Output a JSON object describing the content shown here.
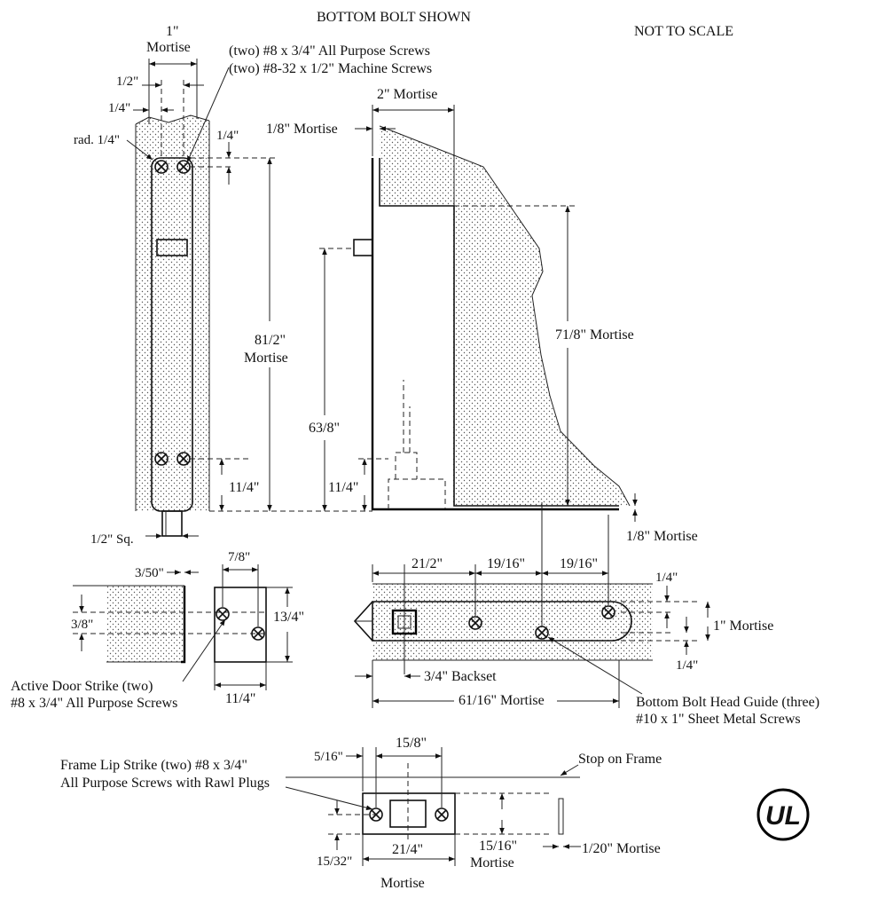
{
  "header": {
    "title": "BOTTOM BOLT SHOWN",
    "scale_note": "NOT TO SCALE"
  },
  "side_view": {
    "mortise_width": "1\"",
    "mortise_word": "Mortise",
    "screws_line1": "(two) #8 x 3/4\" All Purpose Screws",
    "screws_line2": "(two) #8-32 x 1/2\" Machine Screws",
    "dim_half": "1/2\"",
    "dim_quarter_left": "1/4\"",
    "radius": "rad. 1/4\"",
    "dim_quarter_right": "1/4\"",
    "height_main": "81/2\"",
    "height_word": "Mortise",
    "bottom_height": "11/4\"",
    "bolt_square": "1/2\" Sq."
  },
  "section_view": {
    "mortise_2in": "2\" Mortise",
    "mortise_eighth": "1/8\" Mortise",
    "height_7_1_8": "71/8\" Mortise",
    "height_6_3_8": "63/8\"",
    "height_1_1_4": "11/4\"",
    "bottom_eighth": "1/8\" Mortise"
  },
  "active_strike": {
    "dim_3_50": "3/50\"",
    "dim_7_8": "7/8\"",
    "dim_3_8": "3/8\"",
    "dim_1_3_4": "13/4\"",
    "dim_1_1_4": "11/4\"",
    "label_line1": "Active Door Strike (two)",
    "label_line2": "#8 x 3/4\" All Purpose Screws"
  },
  "bolt_guide": {
    "dim_2_1_2": "21/2\"",
    "dim_1_9_16_a": "19/16\"",
    "dim_1_9_16_b": "19/16\"",
    "dim_quarter_top": "1/4\"",
    "dim_1in": "1\" Mortise",
    "dim_quarter_bottom": "1/4\"",
    "backset": "3/4\" Backset",
    "overall": "61/16\" Mortise",
    "label_line1": "Bottom Bolt Head Guide (three)",
    "label_line2": "#10 x 1\" Sheet Metal Screws"
  },
  "frame_lip": {
    "label_line1": "Frame Lip Strike (two) #8 x 3/4\"",
    "label_line2": "All Purpose Screws with Rawl Plugs",
    "stop": "Stop on Frame",
    "dim_5_16": "5/16\"",
    "dim_1_5_8": "15/8\"",
    "dim_15_32": "15/32\"",
    "dim_2_1_4": "21/4\"",
    "dim_2_1_4_word": "Mortise",
    "dim_15_16": "15/16\"",
    "dim_15_16_word": "Mortise",
    "dim_1_20": "1/20\" Mortise"
  },
  "logo": {
    "text": "UL"
  }
}
